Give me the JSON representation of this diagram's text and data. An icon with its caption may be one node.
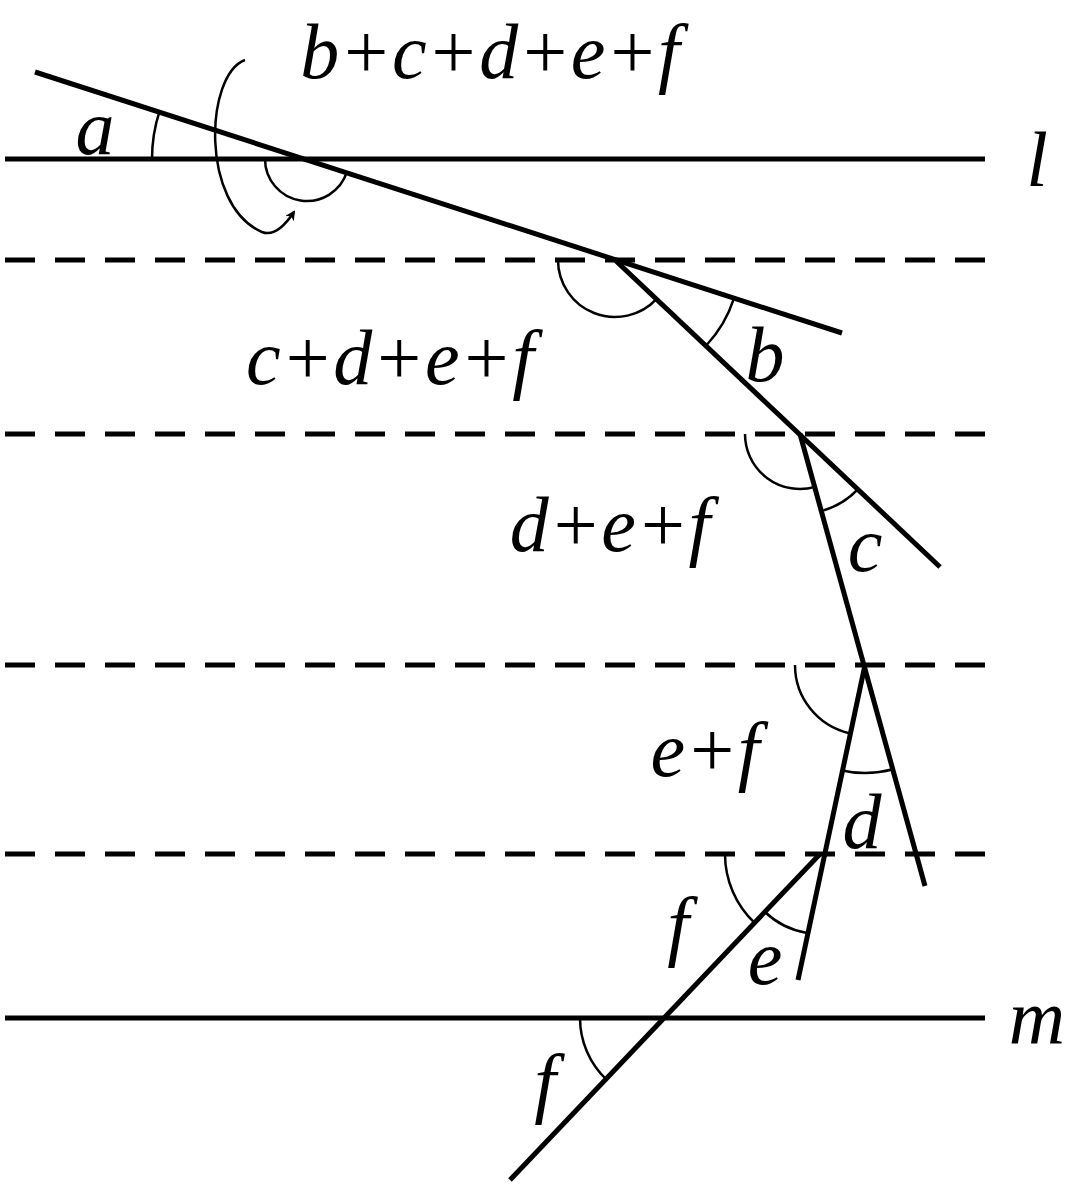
{
  "diagram": {
    "labels": [
      "b+c+d+e+f",
      "a",
      "l",
      "c+d+e+f",
      "b",
      "d+e+f",
      "c",
      "e+f",
      "d",
      "f",
      "e",
      "m",
      "f"
    ]
  }
}
